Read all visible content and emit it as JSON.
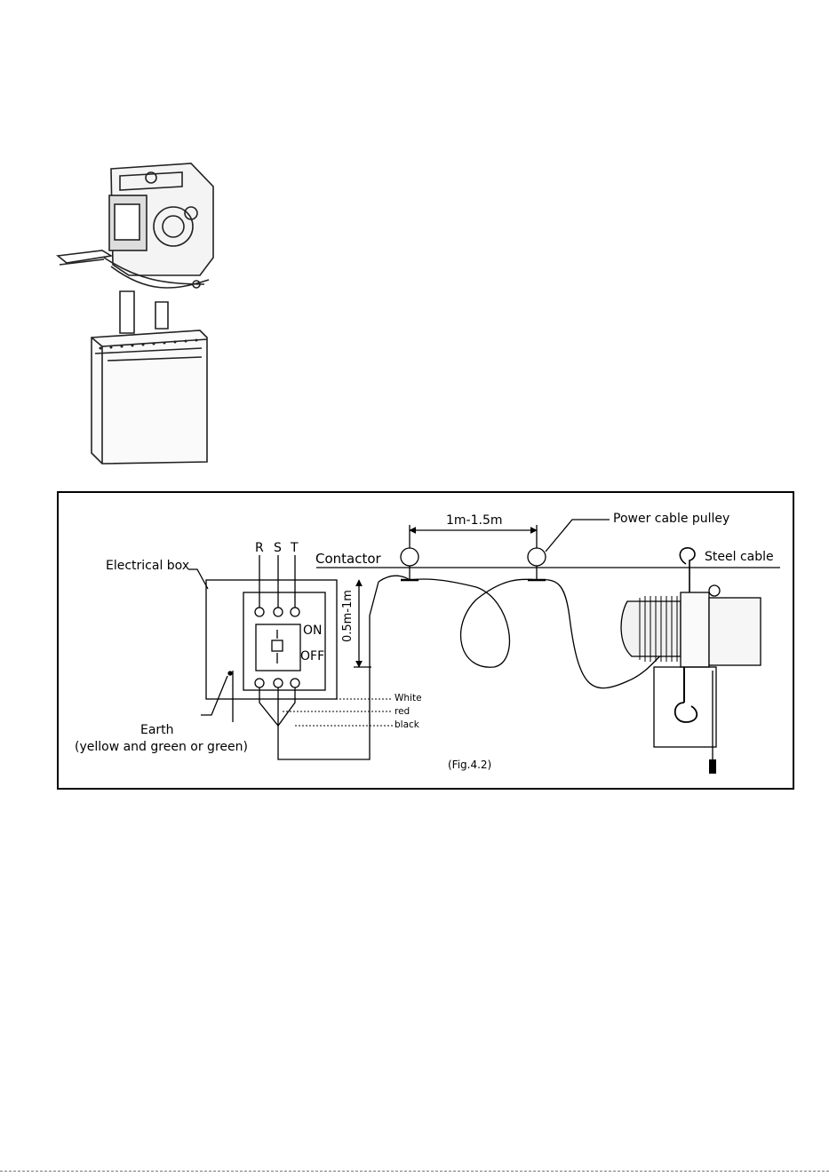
{
  "diagram": {
    "labels": {
      "electrical_box": "Electrical box",
      "r": "R",
      "s": "S",
      "t": "T",
      "contactor": "Contactor",
      "on": "ON",
      "off": "OFF",
      "span": "1m-1.5m",
      "drop": "0.5m-1m",
      "power_cable_pulley": "Power cable pulley",
      "steel_cable": "Steel cable",
      "earth": "Earth",
      "earth_note": "(yellow and green or green)",
      "wire_white": "White",
      "wire_red": "red",
      "wire_black": "black",
      "figure": "(Fig.4.2)"
    }
  }
}
